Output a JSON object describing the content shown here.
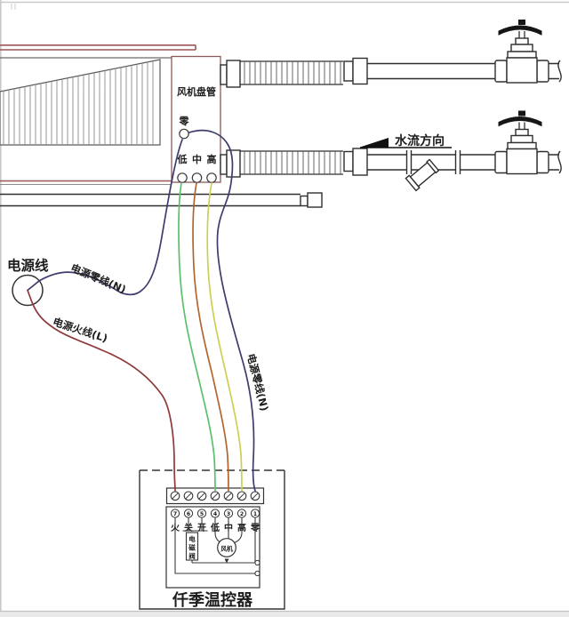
{
  "fan_coil": {
    "label": "风机盘管",
    "neutral_terminal": "零",
    "speed_terminals": [
      "低",
      "中",
      "高"
    ]
  },
  "flow": {
    "label": "水流方向"
  },
  "power": {
    "label": "电源线",
    "neutral_wire_label": "电源零线(N)",
    "live_wire_label": "电源火线(L)"
  },
  "wiring": {
    "neutral_wire_label_right": "电源零线(N)"
  },
  "thermostat": {
    "title": "仟季温控器",
    "terminal_numbers": [
      "7",
      "6",
      "5",
      "4",
      "3",
      "2",
      "1"
    ],
    "terminal_labels": [
      "火",
      "关",
      "开",
      "低",
      "中",
      "高",
      "零"
    ],
    "solenoid_chars": [
      "电",
      "磁",
      "阀"
    ],
    "fan_label": "风机"
  },
  "colors": {
    "casing": "#9d5757",
    "wire_neutral": "#3c3c6e",
    "wire_live": "#8e3a3a",
    "wire_low": "#5cc06a",
    "wire_mid": "#b2652f",
    "wire_high": "#ccd052"
  }
}
